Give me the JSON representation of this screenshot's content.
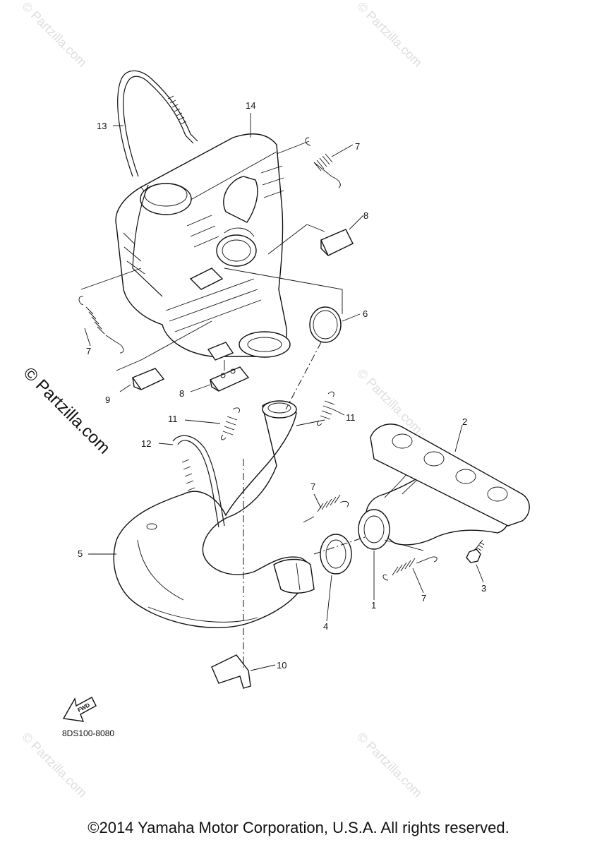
{
  "diagram": {
    "callouts": [
      "1",
      "2",
      "3",
      "4",
      "5",
      "6",
      "7",
      "7",
      "7",
      "7",
      "8",
      "8",
      "9",
      "10",
      "11",
      "11",
      "12",
      "13",
      "14"
    ],
    "code": "8DS100-8080",
    "fwd_label": "FWD"
  },
  "watermark": {
    "text": "© Partzilla.com"
  },
  "footer": {
    "copyright": "©2014 Yamaha Motor Corporation, U.S.A. All rights reserved."
  }
}
